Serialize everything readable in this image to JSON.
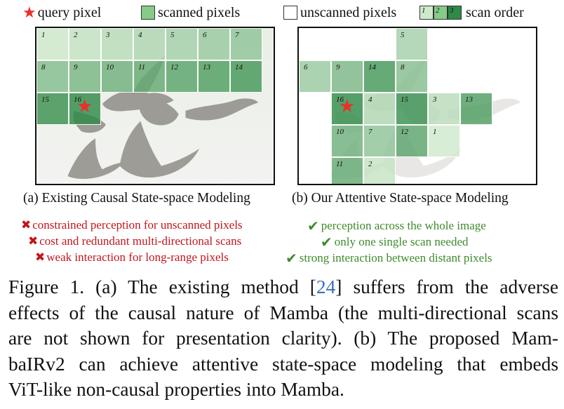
{
  "legend": {
    "query_label": "query pixel",
    "scanned_label": "scanned pixels",
    "unscanned_label": "unscanned pixels",
    "scan_order_label": "scan order",
    "scan_order_cells": [
      "1",
      "2",
      "3"
    ],
    "colors": {
      "star": "#e8302c",
      "scan_light": "#cfe9cc",
      "scan_mid": "#86cc88",
      "scan_dark": "#2f8a47"
    }
  },
  "panel_a": {
    "caption": "(a) Existing Causal State-space Modeling",
    "cells": [
      "1",
      "2",
      "3",
      "4",
      "5",
      "6",
      "7",
      "8",
      "9",
      "10",
      "11",
      "12",
      "13",
      "14",
      "15",
      "16"
    ]
  },
  "panel_b": {
    "caption": "(b) Our Attentive State-space Modeling",
    "cells": [
      "5",
      "6",
      "9",
      "14",
      "8",
      "16",
      "4",
      "15",
      "3",
      "13",
      "10",
      "7",
      "12",
      "1",
      "11",
      "2"
    ]
  },
  "cons": [
    "constrained perception for unscanned pixels",
    "cost and redundant multi-directional scans",
    "weak interaction for long-range pixels"
  ],
  "pros": [
    "perception across the whole image",
    "only one single scan needed",
    "strong interaction between distant pixels"
  ],
  "figure_caption": {
    "line1_pre": "Figure 1.  (a) The existing method [",
    "ref": "24",
    "line1_post": "] suffers from the adverse",
    "line2": "effects of the causal nature of Mamba (the multi-directional scans",
    "line3": "are not shown for presentation clarity).  (b) The proposed Mam-",
    "line4": "baIRv2 can achieve attentive state-space modeling that embeds",
    "line5": "ViT-like non-causal properties into Mamba."
  }
}
